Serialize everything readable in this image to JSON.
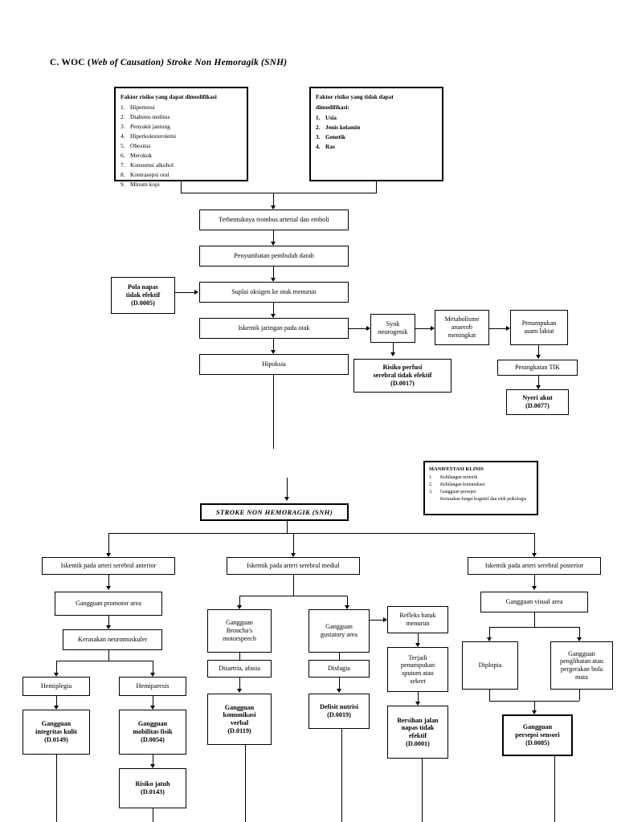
{
  "title": {
    "prefix": "C. WOC (",
    "italic_paren": "Web of Causation",
    "suffix": ") Stroke Non Hemoragik (SNH)"
  },
  "boxes": {
    "risk_modifiable": {
      "header": "Faktor risiko yang dapat dimodifikasi",
      "items": [
        "Hipertensi",
        "Diabetes melitus",
        "Penyakit jantung",
        "Hiperkolesterolemi",
        "Obesitas",
        "Merokok",
        "Konsumsi alkohol",
        "Kontrasepsi oral",
        "Minum kopi"
      ]
    },
    "risk_nonmodifiable": {
      "header_line1": "Faktor risiko yang tidak dapat",
      "header_line2": "dimodifikasi:",
      "items": [
        "Usia",
        "Jenis kelamin",
        "Genetik",
        "Ras"
      ]
    },
    "trombus": "Terbentuknya trombus arterial dan emboli",
    "penyumbatan": "Penyumbatan pembuluh darah",
    "pola_napas": {
      "l1": "Pola napas",
      "l2": "tidak efektif",
      "l3": "(D.0005)"
    },
    "suplai": "Suplai oksigen ke otak menurun",
    "iskemik_otak": "Iskemik jaringan pada otak",
    "hipoksia": "Hipoksia",
    "syok": {
      "l1": "Syok",
      "l2": "neurogenik"
    },
    "metabolisme": {
      "l1": "Metabolisme",
      "l2": "anaerob",
      "l3": "meningkat"
    },
    "penumpukan_laktat": {
      "l1": "Penumpukan",
      "l2": "asam laktat"
    },
    "risiko_perfusi": {
      "l1": "Risiko perfusi",
      "l2": "serebral tidak efektif",
      "l3": "(D.0017)"
    },
    "peningkatan_tik": "Peningkatan TIK",
    "nyeri_akut": {
      "l1": "Nyeri akut",
      "l2": "(D.0077)"
    },
    "manifestasi": {
      "header": "MANIFESTASI KLINIS",
      "items": [
        "Kehilangan motorik",
        "Kehilangan komunikasi",
        "Gangguan persepsi",
        "Kerusakan fungsi kognitif dan efek psikologis"
      ]
    },
    "stroke": "STROKE NON HEMORAGIK (SNH)",
    "iskemik_anterior": "Iskemik pada arteri serebral anterior",
    "iskemik_medial": "Iskemik pada arteri serebral medial",
    "iskemik_posterior": "Iskemik pada arteri serebral posterior",
    "promotor": "Gangguan promotor area",
    "neuromuskuler": "Kerusakan neuromuskuler",
    "hemiplegia": "Hemiplegia",
    "hemiparesis": "Hemiparesis",
    "integritas_kulit": {
      "l1": "Gangguan",
      "l2": "integritas kulit",
      "l3": "(D.0149)"
    },
    "mobilitas_fisik": {
      "l1": "Gangguan",
      "l2": "mobilitas fisik",
      "l3": "(D.0054)"
    },
    "risiko_jatuh": {
      "l1": "Risiko jatuh",
      "l2": "(D.0143)"
    },
    "broncha": {
      "l1": "Gangguan",
      "l2": "Broncha's",
      "l3": "motorspeech"
    },
    "gustatory": {
      "l1": "Gangguan",
      "l2": "gustatory area"
    },
    "refleks_batuk": {
      "l1": "Refleks batuk",
      "l2": "menurun"
    },
    "disartria": "Disartria, afasia",
    "disfagia": "Disfagia",
    "sputum": {
      "l1": "Terjadi",
      "l2": "penumpukan",
      "l3": "sputum atau",
      "l4": "sekret"
    },
    "komunikasi_verbal": {
      "l1": "Gangguan",
      "l2": "komunikasi",
      "l3": "verbal",
      "l4": "(D.0119)"
    },
    "defisit_nutrisi": {
      "l1": "Defisit nutrisi",
      "l2": "(D.0019)"
    },
    "bersihan_jalan": {
      "l1": "Bersihan jalan",
      "l2": "napas tidak",
      "l3": "efektif",
      "l4": "(D.0001)"
    },
    "visual_area": "Gangguan visual area",
    "diplopia": "Diplopia",
    "penglihatan": {
      "l1": "Gangguan",
      "l2": "penglihatan atau",
      "l3": "pergerakan bola",
      "l4": "mata"
    },
    "persepsi_sensori": {
      "l1": "Gangguan",
      "l2": "persepsi sensori",
      "l3": "(D.0085)"
    }
  },
  "colors": {
    "line": "#000000",
    "background": "#ffffff",
    "text": "#000000"
  }
}
